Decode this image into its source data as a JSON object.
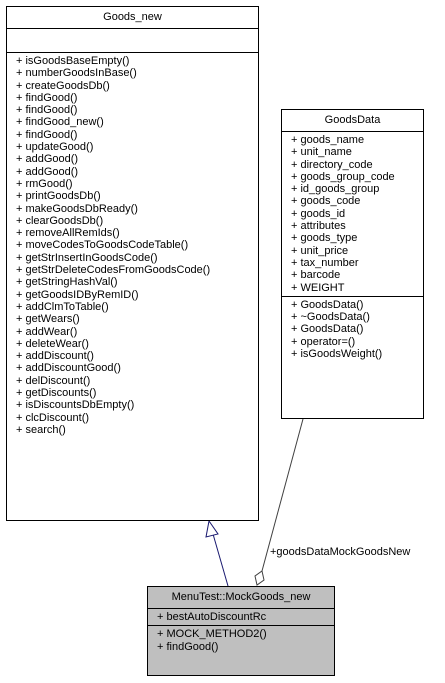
{
  "goods_new": {
    "name": "Goods_new",
    "attributes": [],
    "methods": [
      "+ isGoodsBaseEmpty()",
      "+ numberGoodsInBase()",
      "+ createGoodsDb()",
      "+ findGood()",
      "+ findGood()",
      "+ findGood_new()",
      "+ findGood()",
      "+ updateGood()",
      "+ addGood()",
      "+ addGood()",
      "+ rmGood()",
      "+ printGoodsDb()",
      "+ makeGoodsDbReady()",
      "+ clearGoodsDb()",
      "+ removeAllRemIds()",
      "+ moveCodesToGoodsCodeTable()",
      "+ getStrInsertInGoodsCode()",
      "+ getStrDeleteCodesFromGoodsCode()",
      "+ getStringHashVal()",
      "+ getGoodsIDByRemID()",
      "+ addClmToTable()",
      "+ getWears()",
      "+ addWear()",
      "+ deleteWear()",
      "+ addDiscount()",
      "+ addDiscountGood()",
      "+ delDiscount()",
      "+ getDiscounts()",
      "+ isDiscountsDbEmpty()",
      "+ clcDiscount()",
      "+ search()"
    ]
  },
  "goods_data": {
    "name": "GoodsData",
    "attributes": [
      "+ goods_name",
      "+ unit_name",
      "+ directory_code",
      "+ goods_group_code",
      "+ id_goods_group",
      "+ goods_code",
      "+ goods_id",
      "+ attributes",
      "+ goods_type",
      "+ unit_price",
      "+ tax_number",
      "+ barcode",
      "+ WEIGHT"
    ],
    "methods": [
      "+ GoodsData()",
      "+ ~GoodsData()",
      "+ GoodsData()",
      "+ operator=()",
      "+ isGoodsWeight()"
    ]
  },
  "mock_goods_new": {
    "name": "MenuTest::MockGoods_new",
    "attributes": [
      "+ bestAutoDiscountRc"
    ],
    "methods": [
      "+ MOCK_METHOD2()",
      "+ findGood()"
    ]
  },
  "relations": {
    "association_label": "+goodsDataMockGoodsNew",
    "line_color": "#404040",
    "inheritance_color": "#191970"
  }
}
